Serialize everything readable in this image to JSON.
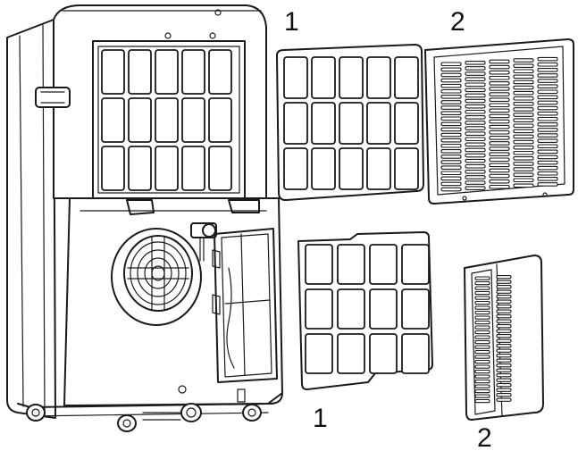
{
  "callouts": [
    {
      "id": "upper-filter-number",
      "text": "1"
    },
    {
      "id": "upper-carbon-number",
      "text": "2"
    },
    {
      "id": "lower-filter-number",
      "text": "1"
    },
    {
      "id": "lower-carbon-number",
      "text": "2"
    }
  ],
  "colors": {
    "line": "#1a1a1a",
    "background": "#ffffff"
  }
}
